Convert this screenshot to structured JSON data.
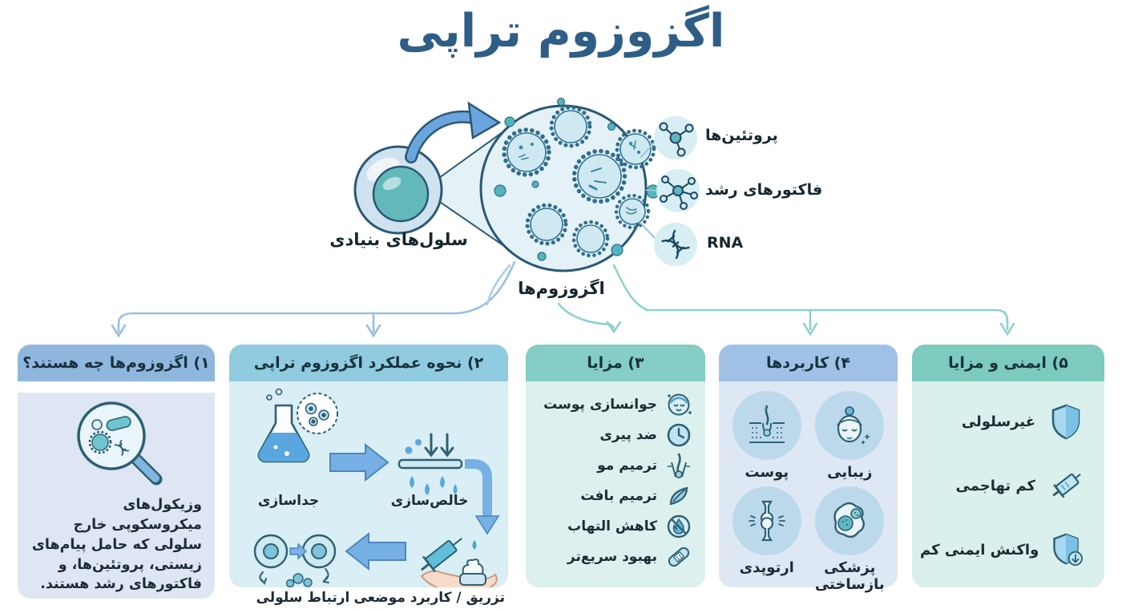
{
  "title": "اگزوزوم تراپی",
  "diagram": {
    "stem_cells_label": "سلول‌های بنیادی",
    "exosomes_label": "اگزوزوم‌ها",
    "callouts": [
      {
        "label": "پروتئین‌ها",
        "icon": "protein-molecule-icon"
      },
      {
        "label": "فاکتورهای رشد",
        "icon": "growth-factor-molecule-icon"
      },
      {
        "label": "RNA",
        "icon": "rna-helix-icon"
      }
    ]
  },
  "cards": [
    {
      "title": "۱) اگزوزوم‌ها چه هستند؟",
      "icon": "magnifier-vesicles-icon",
      "description": "وزیکول‌های میکروسکوپی خارج سلولی که حامل پیام‌های زیستی، پروتئین‌ها، و فاکتورهای رشد هستند.",
      "header_color": "#8fb7de",
      "body_color": "#dde6f2"
    },
    {
      "title": "۲) نحوه عملکرد اگزوزوم تراپی",
      "steps": [
        {
          "label": "جداسازی",
          "icon": "flask-icon"
        },
        {
          "label": "خالص‌سازی",
          "icon": "filter-droplets-icon"
        },
        {
          "label": "تزریق / کاربرد موضعی",
          "icon": "syringe-cream-hand-icon"
        },
        {
          "label": "ارتباط سلولی",
          "icon": "cell-communication-icon"
        }
      ],
      "header_color": "#90cbdf",
      "body_color": "#d9eef5"
    },
    {
      "title": "۳) مزایا",
      "items": [
        {
          "label": "جوانسازی پوست",
          "icon": "face-sparkle-icon"
        },
        {
          "label": "ضد پیری",
          "icon": "clock-icon"
        },
        {
          "label": "ترمیم مو",
          "icon": "hair-follicle-icon"
        },
        {
          "label": "ترمیم بافت",
          "icon": "tissue-leaf-icon"
        },
        {
          "label": "کاهش التهاب",
          "icon": "no-flame-icon"
        },
        {
          "label": "بهبود سریع‌تر",
          "icon": "bandage-icon"
        }
      ],
      "header_color": "#85cdc5",
      "body_color": "#dcf1ee"
    },
    {
      "title": "۴) کاربردها",
      "items": [
        {
          "label": "پوست",
          "icon": "skin-layers-icon"
        },
        {
          "label": "زیبایی",
          "icon": "beauty-face-icon"
        },
        {
          "label": "ارتوپدی",
          "icon": "knee-joint-icon"
        },
        {
          "label": "پزشکی بازساختی",
          "icon": "regenerative-cell-icon"
        }
      ],
      "header_color": "#9fc1e6",
      "body_color": "#dde8f4"
    },
    {
      "title": "۵) ایمنی و مزایا",
      "items": [
        {
          "label": "غیرسلولی",
          "icon": "shield-icon"
        },
        {
          "label": "کم تهاجمی",
          "icon": "syringe-icon"
        },
        {
          "label": "واکنش ایمنی کم",
          "icon": "shield-arrow-down-icon"
        }
      ],
      "header_color": "#7dcabe",
      "body_color": "#daf0ec"
    }
  ],
  "colors": {
    "title_blue": "#2e5e86",
    "outline_dark": "#2b5876",
    "arrow_blue": "#6aa5dd",
    "teal_accent": "#5fb7c4",
    "connector_blue": "#97c0e2",
    "connector_teal": "#8fd0cb",
    "bubble_fill": "#d6eef4",
    "big_circle_fill": "#e4f2f8"
  }
}
